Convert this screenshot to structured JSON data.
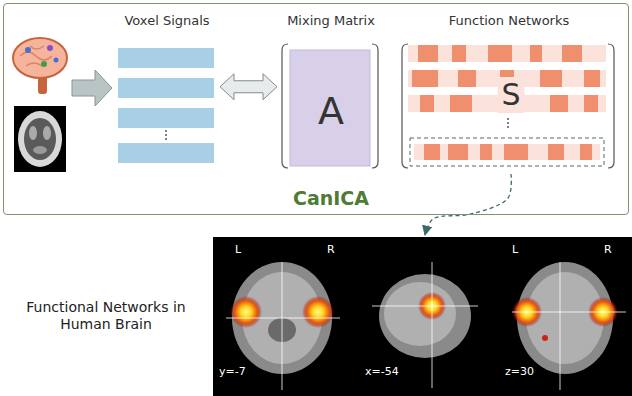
{
  "diagram": {
    "nodes": [
      {
        "text": [
          "CanICA"
        ]
      },
      {
        "text": [
          "Voxel Signals"
        ],
        "in": 0
      },
      {
        "text": [
          "Mixing Matrix",
          "A"
        ],
        "in": 0
      },
      {
        "text": [
          "Function Networks",
          "S"
        ],
        "in": 0
      },
      {
        "text": [
          "Functional Networks in Human Brain"
        ]
      }
    ],
    "edges": [
      {
        "from": 1,
        "to": 2,
        "arrow": "both"
      },
      {
        "from": 3,
        "to": 4,
        "arrow": "to"
      }
    ],
    "labels": [
      "L",
      "R",
      "y=-7",
      "x=-54",
      "L",
      "R",
      "z=30"
    ]
  }
}
